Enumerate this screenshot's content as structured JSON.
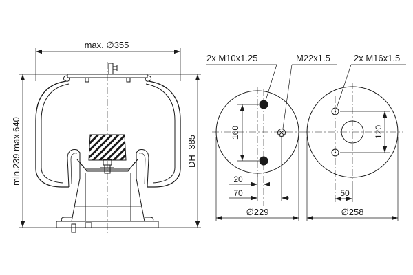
{
  "labels": {
    "max_diameter": "max. ∅355",
    "height_range": "min.239 max.640",
    "design_height": "DH=385",
    "thread_m10": "2x M10x1.25",
    "thread_m22": "M22x1.5",
    "thread_m16": "2x M16x1.5",
    "dim_160": "160",
    "dim_20": "20",
    "dim_70": "70",
    "dim_229": "∅229",
    "dim_120": "120",
    "dim_50": "50",
    "dim_258": "∅258"
  },
  "icons": {
    "arrowheads": "dimension-arrow-icon",
    "hatching": "section-hatch-icon"
  },
  "colors": {
    "line": "#1a1a1a",
    "background": "#ffffff"
  }
}
